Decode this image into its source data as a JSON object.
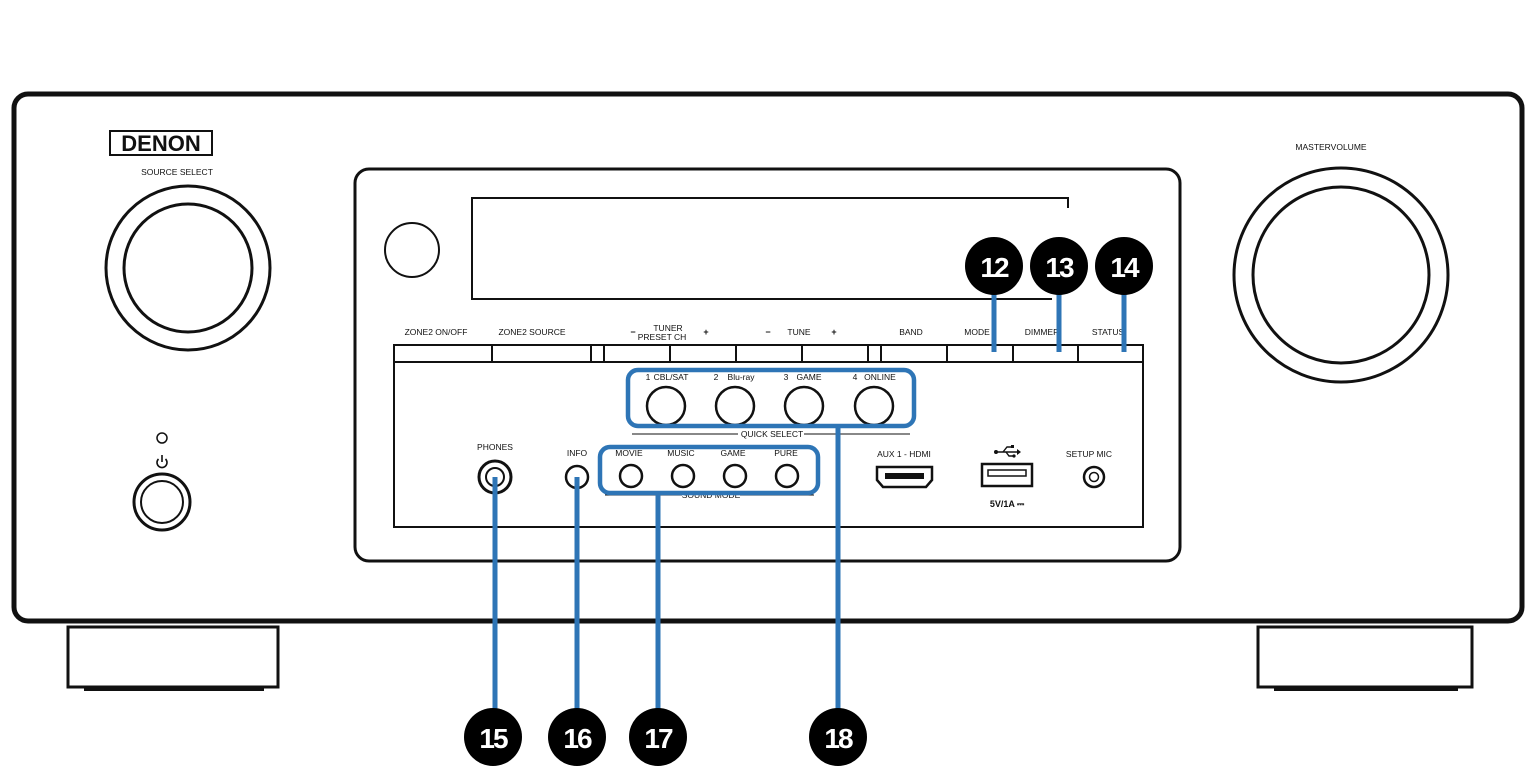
{
  "brand": "DENON",
  "labels": {
    "source_select": "SOURCE SELECT",
    "master_volume": "MASTERVOLUME",
    "zone2_onoff": "ZONE2 ON/OFF",
    "zone2_source": "ZONE2 SOURCE",
    "tuner_preset_1": "TUNER",
    "tuner_preset_2": "PRESET CH",
    "tune": "TUNE",
    "minus": "−",
    "plus": "+",
    "band": "BAND",
    "mode": "MODE",
    "dimmer": "DIMMER",
    "status": "STATUS",
    "phones": "PHONES",
    "info": "INFO",
    "quick_select": "QUICK SELECT",
    "sound_mode": "SOUND MODE",
    "aux_hdmi": "AUX 1 - HDMI",
    "usb_rating": "5V/1A ⎓",
    "setup_mic": "SETUP MIC"
  },
  "quick_select": [
    {
      "num": "1",
      "label": "CBL/SAT"
    },
    {
      "num": "2",
      "label": "Blu-ray"
    },
    {
      "num": "3",
      "label": "GAME"
    },
    {
      "num": "4",
      "label": "ONLINE"
    }
  ],
  "sound_modes": [
    "MOVIE",
    "MUSIC",
    "GAME",
    "PURE"
  ],
  "callouts": [
    "12",
    "13",
    "14",
    "15",
    "16",
    "17",
    "18"
  ],
  "colors": {
    "callout_line": "#2e75b6",
    "callout_badge": "#000000",
    "outline": "#111111"
  }
}
